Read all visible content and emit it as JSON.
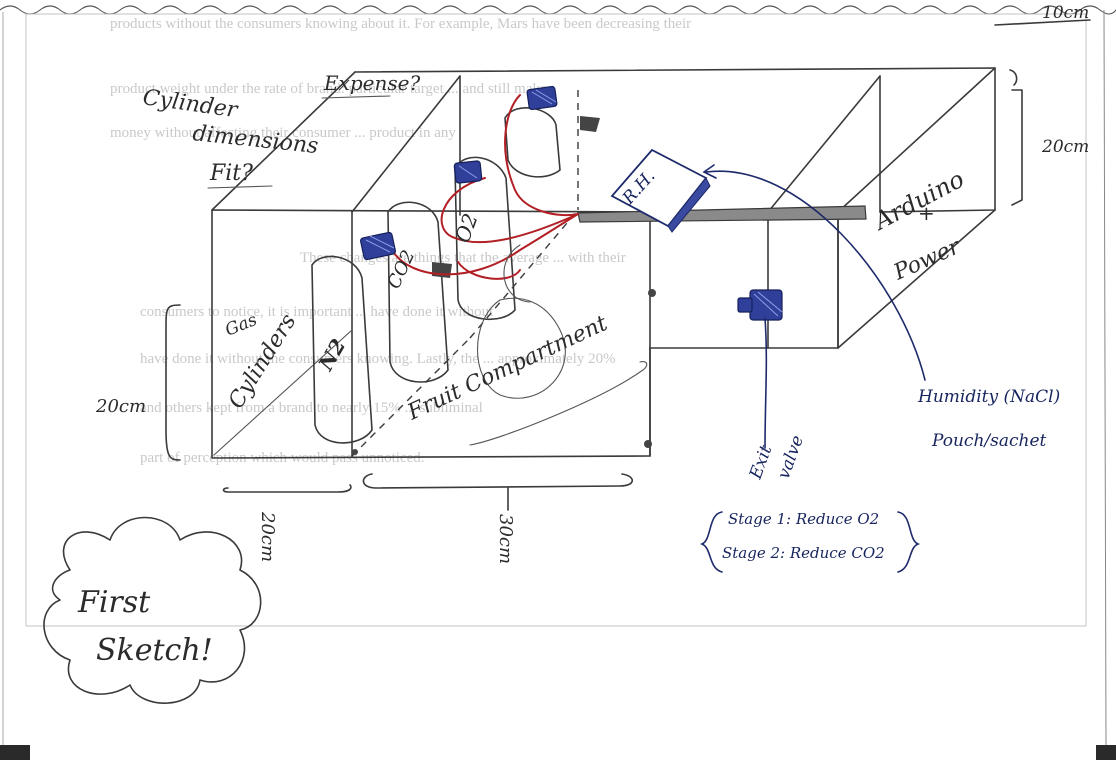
{
  "annotations": {
    "expense": "Expense?",
    "cylinder_dimensions_line1": "Cylinder",
    "cylinder_dimensions_line2": "dimensions",
    "fit": "Fit?",
    "ten_cm": "10cm",
    "twenty_cm_right": "20cm",
    "arduino": "Arduino",
    "plus": "+",
    "power": "Power",
    "rh_sensor": "R.H.",
    "o2": "O2",
    "co2": "CO2",
    "gas": "Gas",
    "cylinders": "Cylinders",
    "n2": "N2",
    "fruit_compartment": "Fruit Compartment",
    "twenty_cm_left": "20cm",
    "twenty_cm_bottom": "20cm",
    "thirty_cm": "30cm",
    "humidity_line1": "Humidity (NaCl)",
    "humidity_line2": "Pouch/sachet",
    "exit_valve_line1": "Exit",
    "exit_valve_line2": "valve",
    "stage1": "Stage 1: Reduce O2",
    "stage2": "Stage 2: Reduce CO2",
    "first_sketch_line1": "First",
    "first_sketch_line2": "Sketch!"
  },
  "background_text": [
    "products without the consumers knowing about it. For example, Mars have been decreasing their",
    "product weight under the rate of brand: particular target ... and still make",
    "money without affecting their consumer ... product in any",
    "These changes are things that the average ... with their",
    "consumers to notice, it is important ... have done it without",
    "have done it without the consumers knowing. Lastly, the ... approximately 20%",
    "and others kept from a brand to nearly 15% ... subliminal",
    "part of perception which would pass unnoticed."
  ]
}
